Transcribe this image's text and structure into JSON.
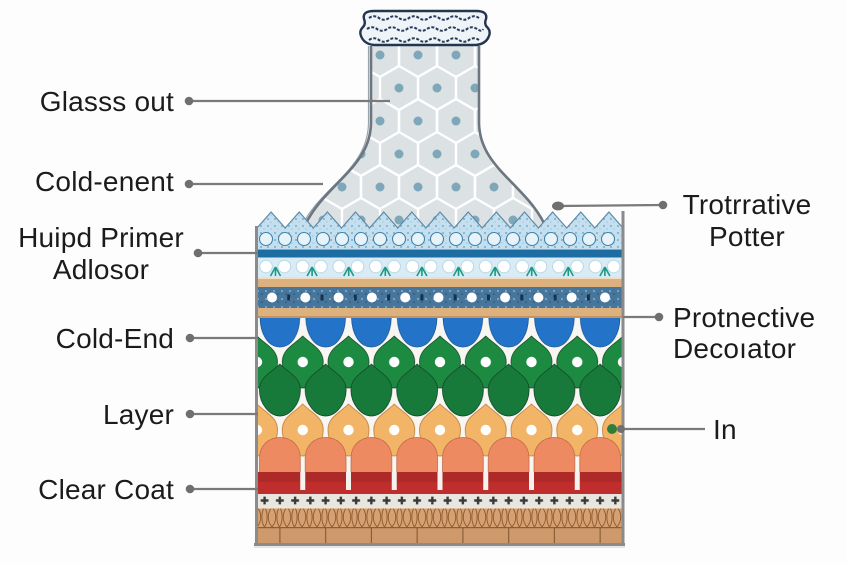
{
  "labels": {
    "left": [
      {
        "line1": "Glasss out"
      },
      {
        "line1": "Cold-enent"
      },
      {
        "line1": "Huipd Primer",
        "line2": "Adlosor"
      },
      {
        "line1": "Cold-End"
      },
      {
        "line1": "Layer"
      },
      {
        "line1": "Clear Coat"
      }
    ],
    "right": [
      {
        "line1": "Trotrrative",
        "line2": "Potter"
      },
      {
        "line1": "Protnective",
        "line2": "Decoıator"
      },
      {
        "line1": "In"
      }
    ]
  },
  "colors": {
    "background": "#fdfdfd",
    "glass": "#dce1e4",
    "glass_dot": "#7ea7ba",
    "trim_band_blue": "#c6dfee",
    "divider_bar_blue": "#1d6da3",
    "ornament_band_blue": "#d9ebf4",
    "tan_band": "#dcb17e",
    "navy_dot_band": "#47769d",
    "scallop_blue": "#2373c8",
    "ogee_green": "#1d8a41",
    "ogee_green_dark": "#17793a",
    "ogee_orange": "#f2b467",
    "arch_salmon": "#ee8a61",
    "red_band": "#bf2e2c",
    "cross_band": "#e9e6e0",
    "lattice_band": "#d6a071",
    "brick_band": "#cf9a6b",
    "leader_line": "#7a7a7a",
    "leader_green_dot": "#2e7d3d",
    "label_text": "#1b1b1b"
  }
}
